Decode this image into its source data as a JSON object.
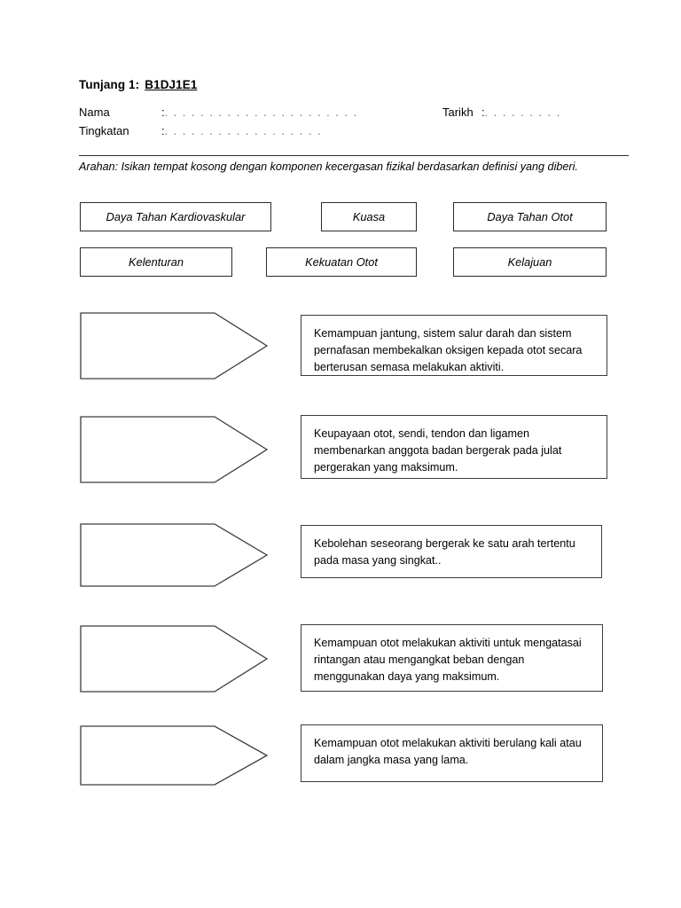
{
  "header": {
    "tunjang_label": "Tunjang 1:",
    "code": "B1DJ1E1",
    "fields": [
      {
        "label": "Nama",
        "colon": ":",
        "dots": ". . . . . . . . . . . . . . . . . . . . . . . . . . . . . . . . . . . . . . . . .",
        "value": ""
      },
      {
        "label": "Tingkatan",
        "colon": ":",
        "dots": ". . . . . . . . . . . . . . . . . . . . . . . . . . . . . . . . . . . . . . . . .",
        "value": ""
      },
      {
        "label": "Tarikh",
        "colon": ":",
        "dots": ". . . . . . . . . . . . . . . . . . . . . .",
        "value": ""
      }
    ]
  },
  "instruction": "Arahan: Isikan tempat kosong dengan komponen kecergasan fizikal berdasarkan definisi yang diberi.",
  "word_bank": [
    {
      "label": "Daya Tahan Kardiovaskular"
    },
    {
      "label": "Kuasa"
    },
    {
      "label": "Daya Tahan Otot"
    },
    {
      "label": "Kelenturan"
    },
    {
      "label": "Kekuatan Otot"
    },
    {
      "label": "Kelajuan"
    }
  ],
  "questions": [
    {
      "answer_value": "",
      "definition": "Kemampuan jantung, sistem salur darah dan sistem pernafasan membekalkan oksigen kepada otot secara berterusan semasa melakukan aktiviti."
    },
    {
      "answer_value": "",
      "definition": "Keupayaan otot, sendi, tendon dan ligamen membenarkan anggota badan bergerak pada julat pergerakan yang maksimum."
    },
    {
      "answer_value": "",
      "definition": "Kebolehan seseorang bergerak ke satu arah tertentu pada masa yang singkat.."
    },
    {
      "answer_value": "",
      "definition": "Kemampuan otot melakukan aktiviti untuk mengatasai rintangan atau mengangkat beban dengan menggunakan daya yang maksimum."
    },
    {
      "answer_value": "",
      "definition": "Kemampuan otot melakukan aktiviti berulang kali atau dalam jangka masa yang lama."
    }
  ],
  "colors": {
    "page_background": "#ffffff",
    "text": "#000000",
    "box_border": "#2b2b2b",
    "shape_border": "#3c3c3c",
    "dots": "#6b6b6b"
  }
}
